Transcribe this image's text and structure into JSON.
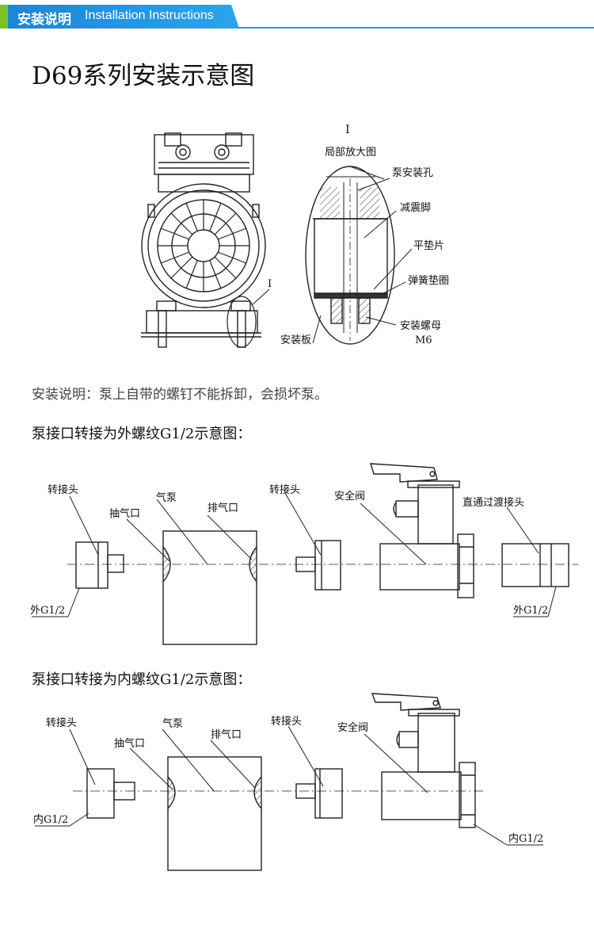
{
  "header": {
    "title_cn": "安装说明",
    "title_en": "Installation Instructions"
  },
  "page_title": "D69系列安装示意图",
  "detail": {
    "marker": "I",
    "caption": "局部放大图",
    "labels": [
      "泵安装孔",
      "减震脚",
      "平垫片",
      "弹簧垫圈",
      "安装螺母",
      "M6",
      "安装板"
    ],
    "pump_marker": "I"
  },
  "install_note": "安装说明：泵上自带的螺钉不能拆卸，会损坏泵。",
  "section_external": {
    "title": "泵接口转接为外螺纹G1/2示意图：",
    "labels": {
      "adapter_left": "转接头",
      "suction": "抽气口",
      "pump": "气泵",
      "exhaust": "排气口",
      "adapter_right": "转接头",
      "safety_valve": "安全阀",
      "straight": "直通过渡接头",
      "thread_left": "外G1/2",
      "thread_right": "外G1/2"
    }
  },
  "section_internal": {
    "title": "泵接口转接为内螺纹G1/2示意图：",
    "labels": {
      "adapter_left": "转接头",
      "suction": "抽气口",
      "pump": "气泵",
      "exhaust": "排气口",
      "adapter_right": "转接头",
      "safety_valve": "安全阀",
      "thread_left": "内G1/2",
      "thread_right": "内G1/2"
    }
  }
}
